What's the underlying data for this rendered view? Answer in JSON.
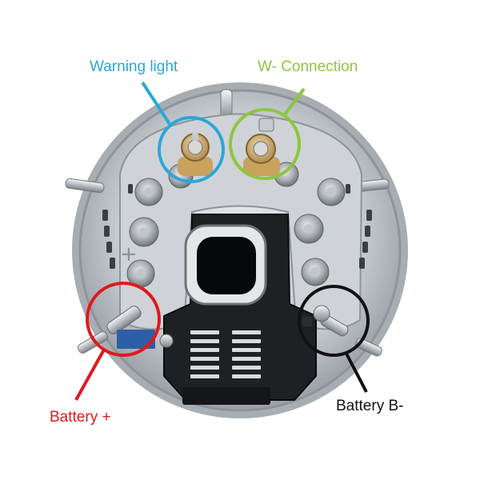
{
  "labels": {
    "warning_light": "Warning light",
    "w_connection": "W- Connection",
    "battery_plus": "Battery +",
    "battery_minus": "Battery B-"
  },
  "colors": {
    "warning_light": "#2aa7d8",
    "w_connection": "#8cc63f",
    "battery_plus": "#e0191e",
    "battery_minus": "#111111"
  },
  "engraving": {
    "plus_mark": "+"
  }
}
